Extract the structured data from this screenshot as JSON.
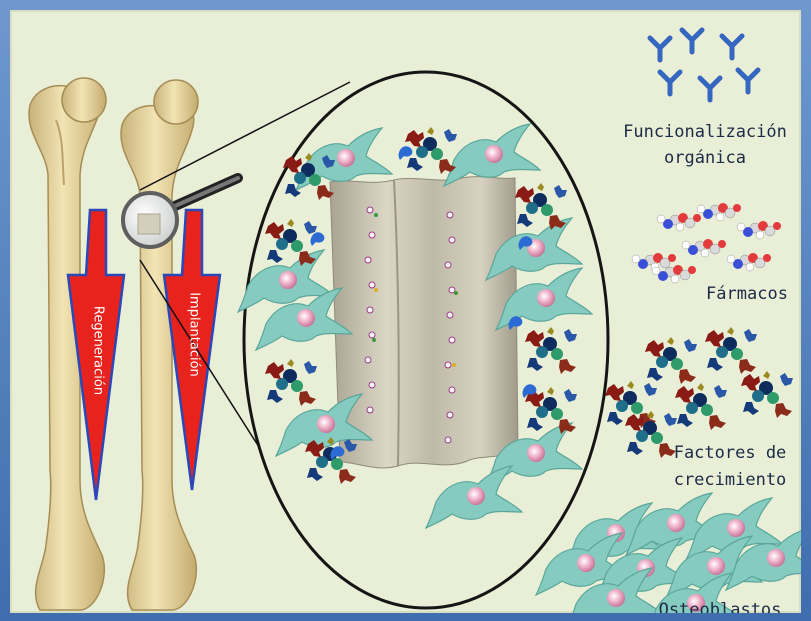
{
  "labels": {
    "funcionalizacion_line1": "Funcionalización",
    "funcionalizacion_line2": "orgánica",
    "farmacos": "Fármacos",
    "factores_line1": "Factores de",
    "factores_line2": "crecimiento",
    "osteoblastos": "Osteoblastos"
  },
  "arrows": {
    "regeneracion": "Regeneración",
    "implantacion": "Implantación"
  },
  "colors": {
    "frame_border": "#4a78b5",
    "panel_background": "#e9eed7",
    "bone": "#e6d49a",
    "arrow_red": "#e8221c",
    "arrow_blue": "#2a48b8",
    "cell_teal": "#7fc7bd",
    "nucleus_pink": "#e9a3bf",
    "scaffold_gray": "#c9c3b2",
    "text": "#1c2b46"
  },
  "icons": [
    "femur-bone",
    "magnifier-icon",
    "scaffold-implant",
    "osteoblast-cell",
    "growth-factor-protein",
    "drug-molecule",
    "organic-functional-group"
  ]
}
